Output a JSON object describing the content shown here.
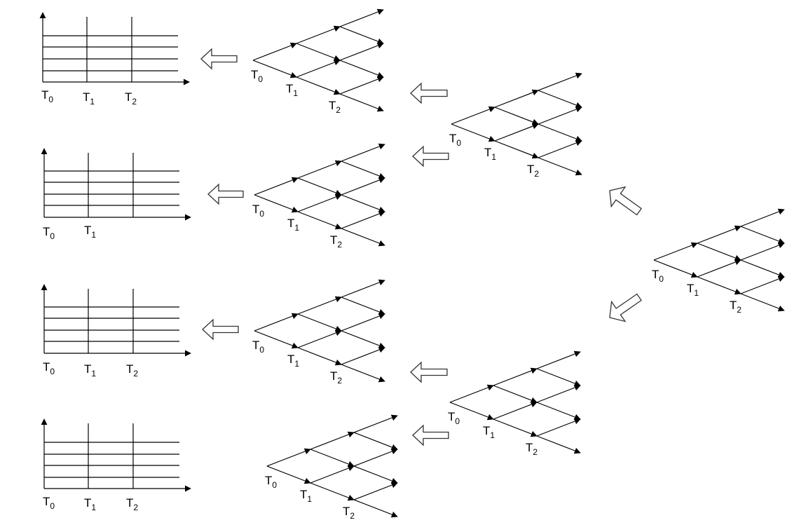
{
  "labels": {
    "t0": {
      "base": "T",
      "sub": "0"
    },
    "t1": {
      "base": "T",
      "sub": "1"
    },
    "t2": {
      "base": "T",
      "sub": "2"
    }
  },
  "colors": {
    "ink": "#000000",
    "hollow_fill": "#ffffff",
    "hollow_stroke": "#333333"
  }
}
